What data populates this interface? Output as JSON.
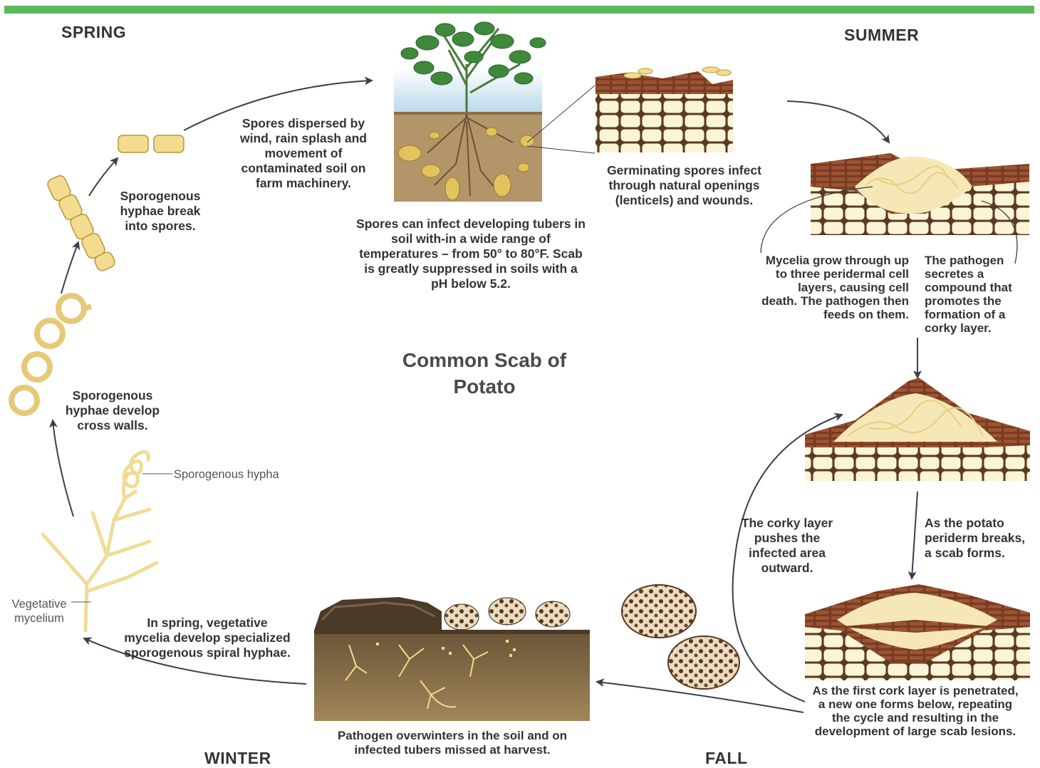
{
  "diagram": {
    "title": "Common Scab of Potato",
    "seasons": {
      "spring": "SPRING",
      "summer": "SUMMER",
      "fall": "FALL",
      "winter": "WINTER"
    },
    "captions": {
      "spores_dispersed": "Spores dispersed by wind, rain splash and movement of contaminated soil on farm machinery.",
      "hyphae_break": "Sporogenous hyphae break into spores.",
      "cross_walls": "Sporogenous hyphae develop cross walls.",
      "spores_infect_tubers": "Spores can infect developing tubers in soil with-in a wide range of temperatures – from 50° to 80°F. Scab is greatly suppressed in soils with a pH below 5.2.",
      "germinating_spores": "Germinating spores infect through natural openings (lenticels) and wounds.",
      "mycelia_grow": "Mycelia grow through up to three peridermal cell layers, causing cell death. The pathogen then feeds on them.",
      "pathogen_secretes": "The pathogen secretes a compound that promotes the formation of a corky layer.",
      "corky_layer_pushes": "The corky layer pushes the infected area outward.",
      "periderm_breaks": "As the potato periderm breaks, a scab forms.",
      "cork_layer_penetrated": "As the first cork layer is penetrated, a new one forms below, repeating the cycle and resulting in the development of large scab lesions.",
      "overwinters": "Pathogen overwinters in the soil and on infected tubers missed at harvest.",
      "spring_vegetative": "In spring, vegetative mycelia develop specialized sporogenous spiral hyphae."
    },
    "labels": {
      "sporogenous_hypha": "Sporogenous hypha",
      "vegetative_mycelium": "Vegetative mycelium"
    },
    "colors": {
      "accent_bar": "#5bb85c",
      "hypha_fill": "#f3dc8f",
      "cork_brown": "#7a3b22",
      "cell_fill": "#fbf2cf",
      "soil": "#b89a6a"
    }
  }
}
